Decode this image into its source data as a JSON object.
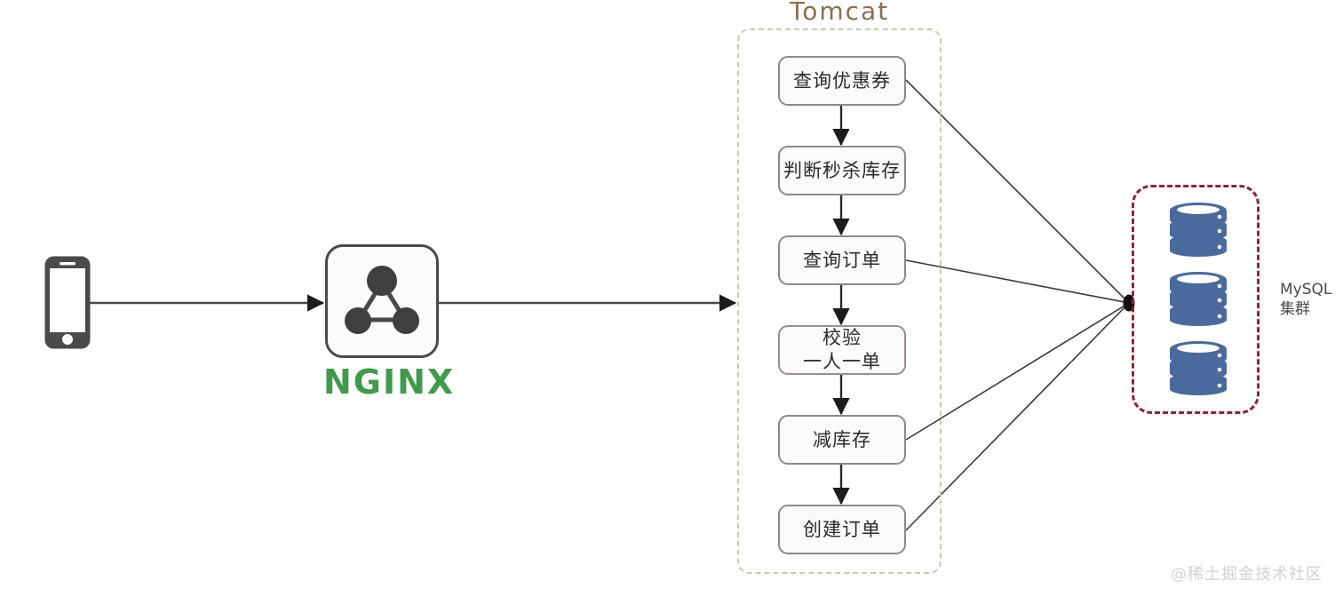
{
  "diagram": {
    "title_tomcat": "Tomcat",
    "watermark": "@稀土掘金技术社区",
    "client": {
      "icon": "smartphone-icon"
    },
    "nginx": {
      "wordmark": "NGINX",
      "logo_icon": "nginx-triangle-nodes-icon",
      "wordmark_color": "#3f9b4a"
    },
    "tomcat": {
      "label": "Tomcat",
      "border_color": "#cfc8b8",
      "title_color": "#8b6f4e",
      "steps": [
        {
          "id": "step-query-coupon",
          "text": "查询优惠券",
          "lines": [
            "查询优惠券"
          ],
          "links_to_db": true
        },
        {
          "id": "step-check-seckill-stock",
          "text": "判断秒杀库存",
          "lines": [
            "判断秒杀库存"
          ],
          "links_to_db": false
        },
        {
          "id": "step-query-order",
          "text": "查询订单",
          "lines": [
            "查询订单"
          ],
          "links_to_db": true
        },
        {
          "id": "step-verify-one-person-one-order",
          "text": "校验 一人一单",
          "lines": [
            "校验",
            "一人一单"
          ],
          "links_to_db": false
        },
        {
          "id": "step-decrease-stock",
          "text": "减库存",
          "lines": [
            "减库存"
          ],
          "links_to_db": true
        },
        {
          "id": "step-create-order",
          "text": "创建订单",
          "lines": [
            "创建订单"
          ],
          "links_to_db": true
        }
      ]
    },
    "database": {
      "label_line1": "MySQL",
      "label_line2": "集群",
      "border_color": "#8e2437",
      "cylinder_color": "#4a6a9e",
      "node_count": 3,
      "segments_per_node": 3
    }
  }
}
